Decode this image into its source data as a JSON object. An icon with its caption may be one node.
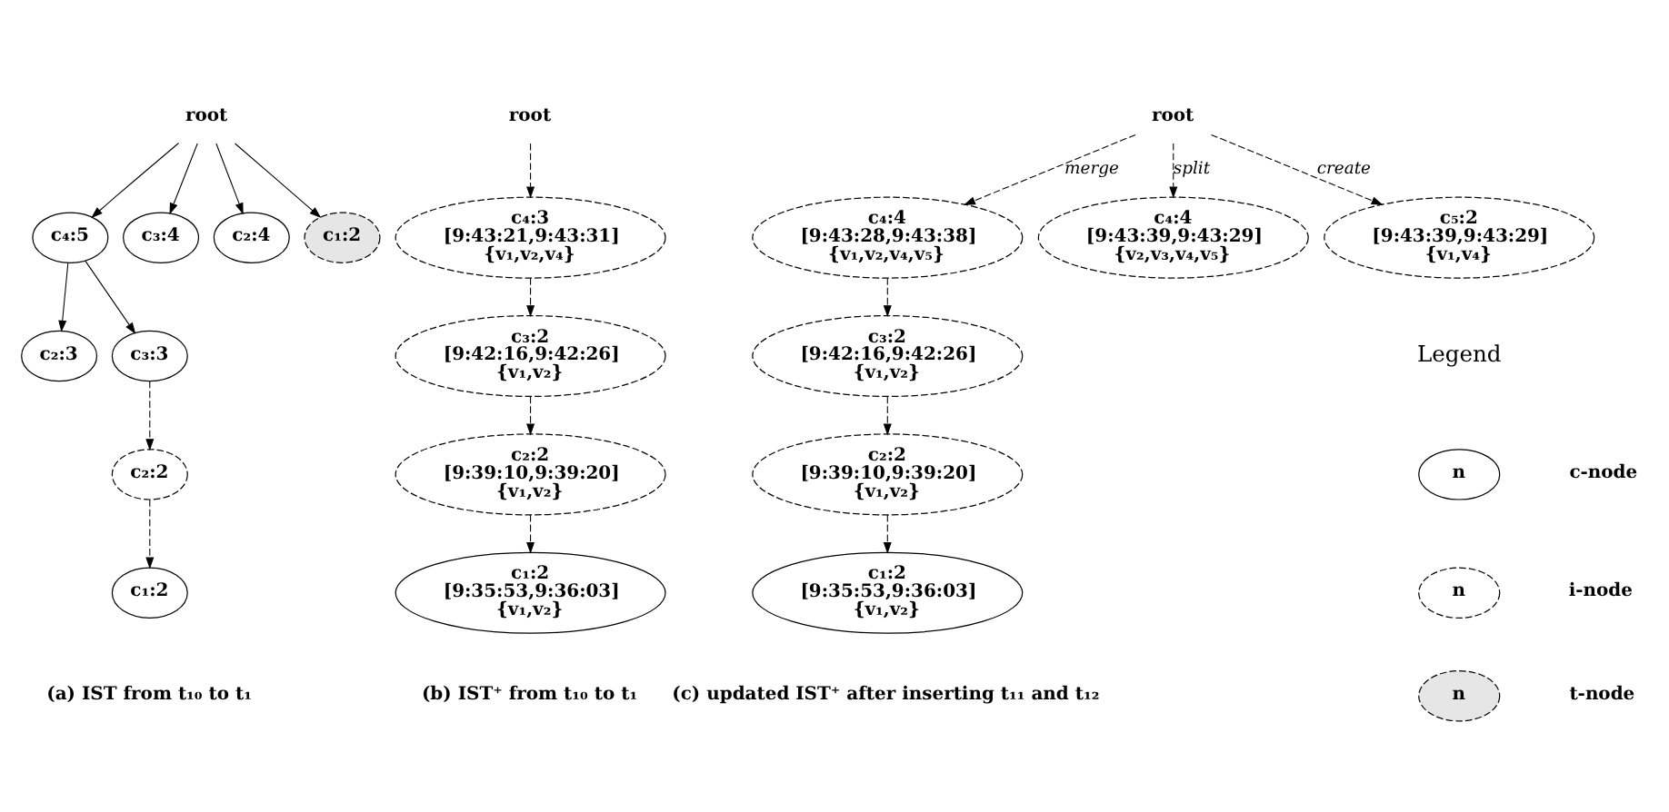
{
  "diagram": {
    "nodes": [
      {
        "text": [
          "root"
        ]
      },
      {
        "text": [
          "c₄:5"
        ]
      },
      {
        "text": [
          "c₃:4"
        ]
      },
      {
        "text": [
          "c₂:4"
        ]
      },
      {
        "text": [
          "c₁:2"
        ]
      },
      {
        "text": [
          "c₂:3"
        ]
      },
      {
        "text": [
          "c₃:3"
        ]
      },
      {
        "text": [
          "c₂:2"
        ]
      },
      {
        "text": [
          "c₁:2"
        ]
      },
      {
        "text": [
          "root"
        ]
      },
      {
        "text": [
          "c₄:3",
          "[9:43:21,9:43:31]",
          "{v₁,v₂,v₄}"
        ]
      },
      {
        "text": [
          "c₃:2",
          "[9:42:16,9:42:26]",
          "{v₁,v₂}"
        ]
      },
      {
        "text": [
          "c₂:2",
          "[9:39:10,9:39:20]",
          "{v₁,v₂}"
        ]
      },
      {
        "text": [
          "c₁:2",
          "[9:35:53,9:36:03]",
          "{v₁,v₂}"
        ]
      },
      {
        "text": [
          "root"
        ]
      },
      {
        "text": [
          "c₄:4",
          "[9:43:28,9:43:38]",
          "{v₁,v₂,v₄,v₅}"
        ]
      },
      {
        "text": [
          "c₄:4",
          "[9:43:39,9:43:29]",
          "{v₂,v₃,v₄,v₅}"
        ]
      },
      {
        "text": [
          "c₅:2",
          "[9:43:39,9:43:29]",
          "{v₁,v₄}"
        ]
      },
      {
        "text": [
          "c₃:2",
          "[9:42:16,9:42:26]",
          "{v₁,v₂}"
        ]
      },
      {
        "text": [
          "c₂:2",
          "[9:39:10,9:39:20]",
          "{v₁,v₂}"
        ]
      },
      {
        "text": [
          "c₁:2",
          "[9:35:53,9:36:03]",
          "{v₁,v₂}"
        ]
      },
      {
        "text": [
          "n"
        ]
      },
      {
        "text": [
          "n"
        ]
      },
      {
        "text": [
          "n"
        ]
      }
    ],
    "edges": [
      {
        "from": 0,
        "to": 1,
        "arrow": "to"
      },
      {
        "from": 0,
        "to": 2,
        "arrow": "to"
      },
      {
        "from": 0,
        "to": 3,
        "arrow": "to"
      },
      {
        "from": 0,
        "to": 4,
        "arrow": "to"
      },
      {
        "from": 1,
        "to": 5,
        "arrow": "to"
      },
      {
        "from": 1,
        "to": 6,
        "arrow": "to"
      },
      {
        "from": 6,
        "to": 7,
        "arrow": "to",
        "style": "dashed"
      },
      {
        "from": 7,
        "to": 8,
        "arrow": "to",
        "style": "dashed"
      },
      {
        "from": 9,
        "to": 10,
        "arrow": "to",
        "style": "dashed"
      },
      {
        "from": 10,
        "to": 11,
        "arrow": "to",
        "style": "dashed"
      },
      {
        "from": 11,
        "to": 12,
        "arrow": "to",
        "style": "dashed"
      },
      {
        "from": 12,
        "to": 13,
        "arrow": "to",
        "style": "dashed"
      },
      {
        "from": 14,
        "to": 15,
        "arrow": "to",
        "label": "merge",
        "style": "dashed"
      },
      {
        "from": 14,
        "to": 16,
        "arrow": "to",
        "label": "split",
        "style": "dashed"
      },
      {
        "from": 14,
        "to": 17,
        "arrow": "to",
        "label": "create",
        "style": "dashed"
      },
      {
        "from": 15,
        "to": 18,
        "arrow": "to",
        "style": "dashed"
      },
      {
        "from": 18,
        "to": 19,
        "arrow": "to",
        "style": "dashed"
      },
      {
        "from": 19,
        "to": 20,
        "arrow": "to",
        "style": "dashed"
      }
    ],
    "labels": [
      "(a) IST from t₁₀ to t₁",
      "(b) IST⁺ from t₁₀ to t₁",
      "(c) updated IST⁺ after inserting t₁₁ and t₁₂",
      "Legend"
    ],
    "legend": [
      {
        "text": "c-node"
      },
      {
        "text": "i-node"
      },
      {
        "text": "t-node"
      }
    ]
  }
}
